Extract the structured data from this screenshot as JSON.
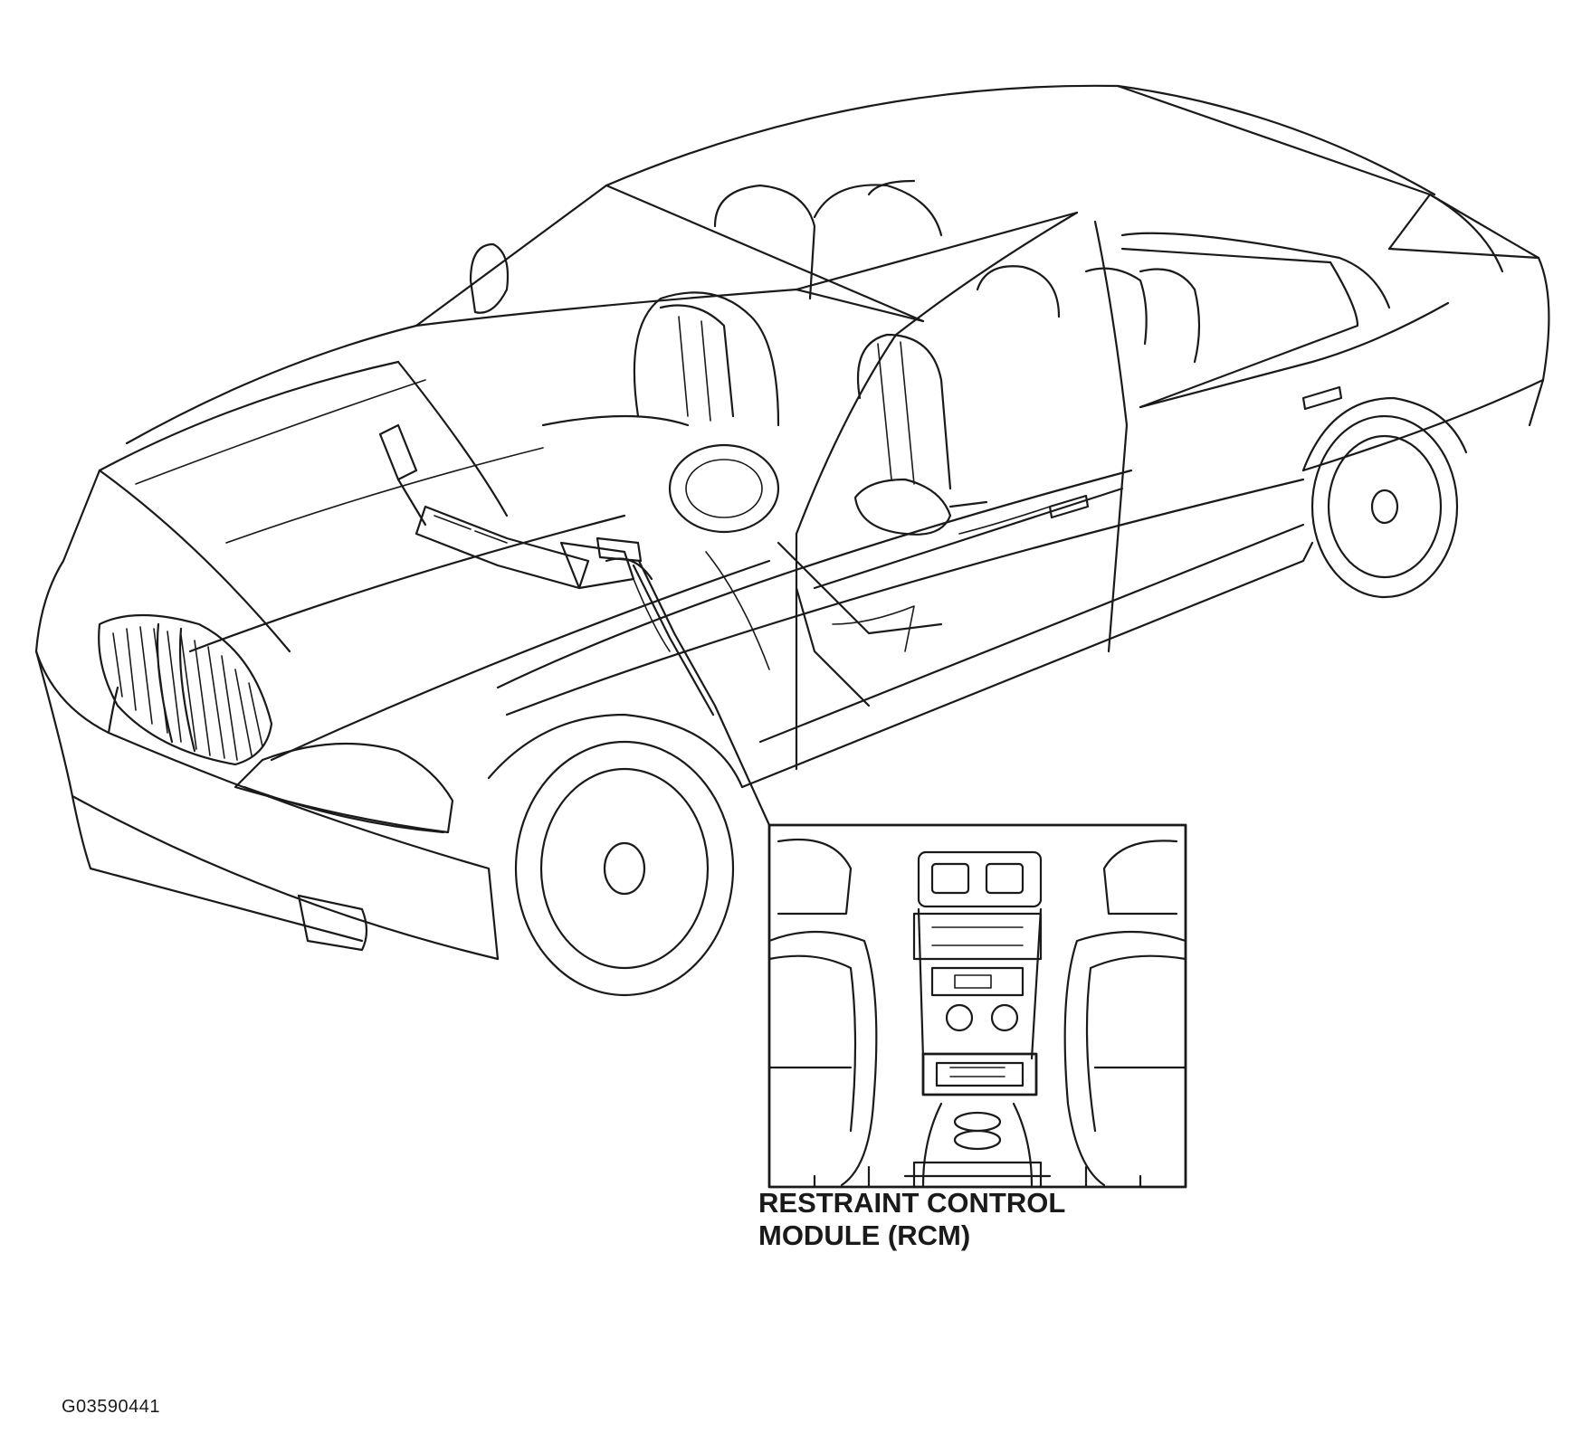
{
  "callout": {
    "line1": "RESTRAINT CONTROL",
    "line2": "MODULE (RCM)"
  },
  "figure_id": "G03590441"
}
